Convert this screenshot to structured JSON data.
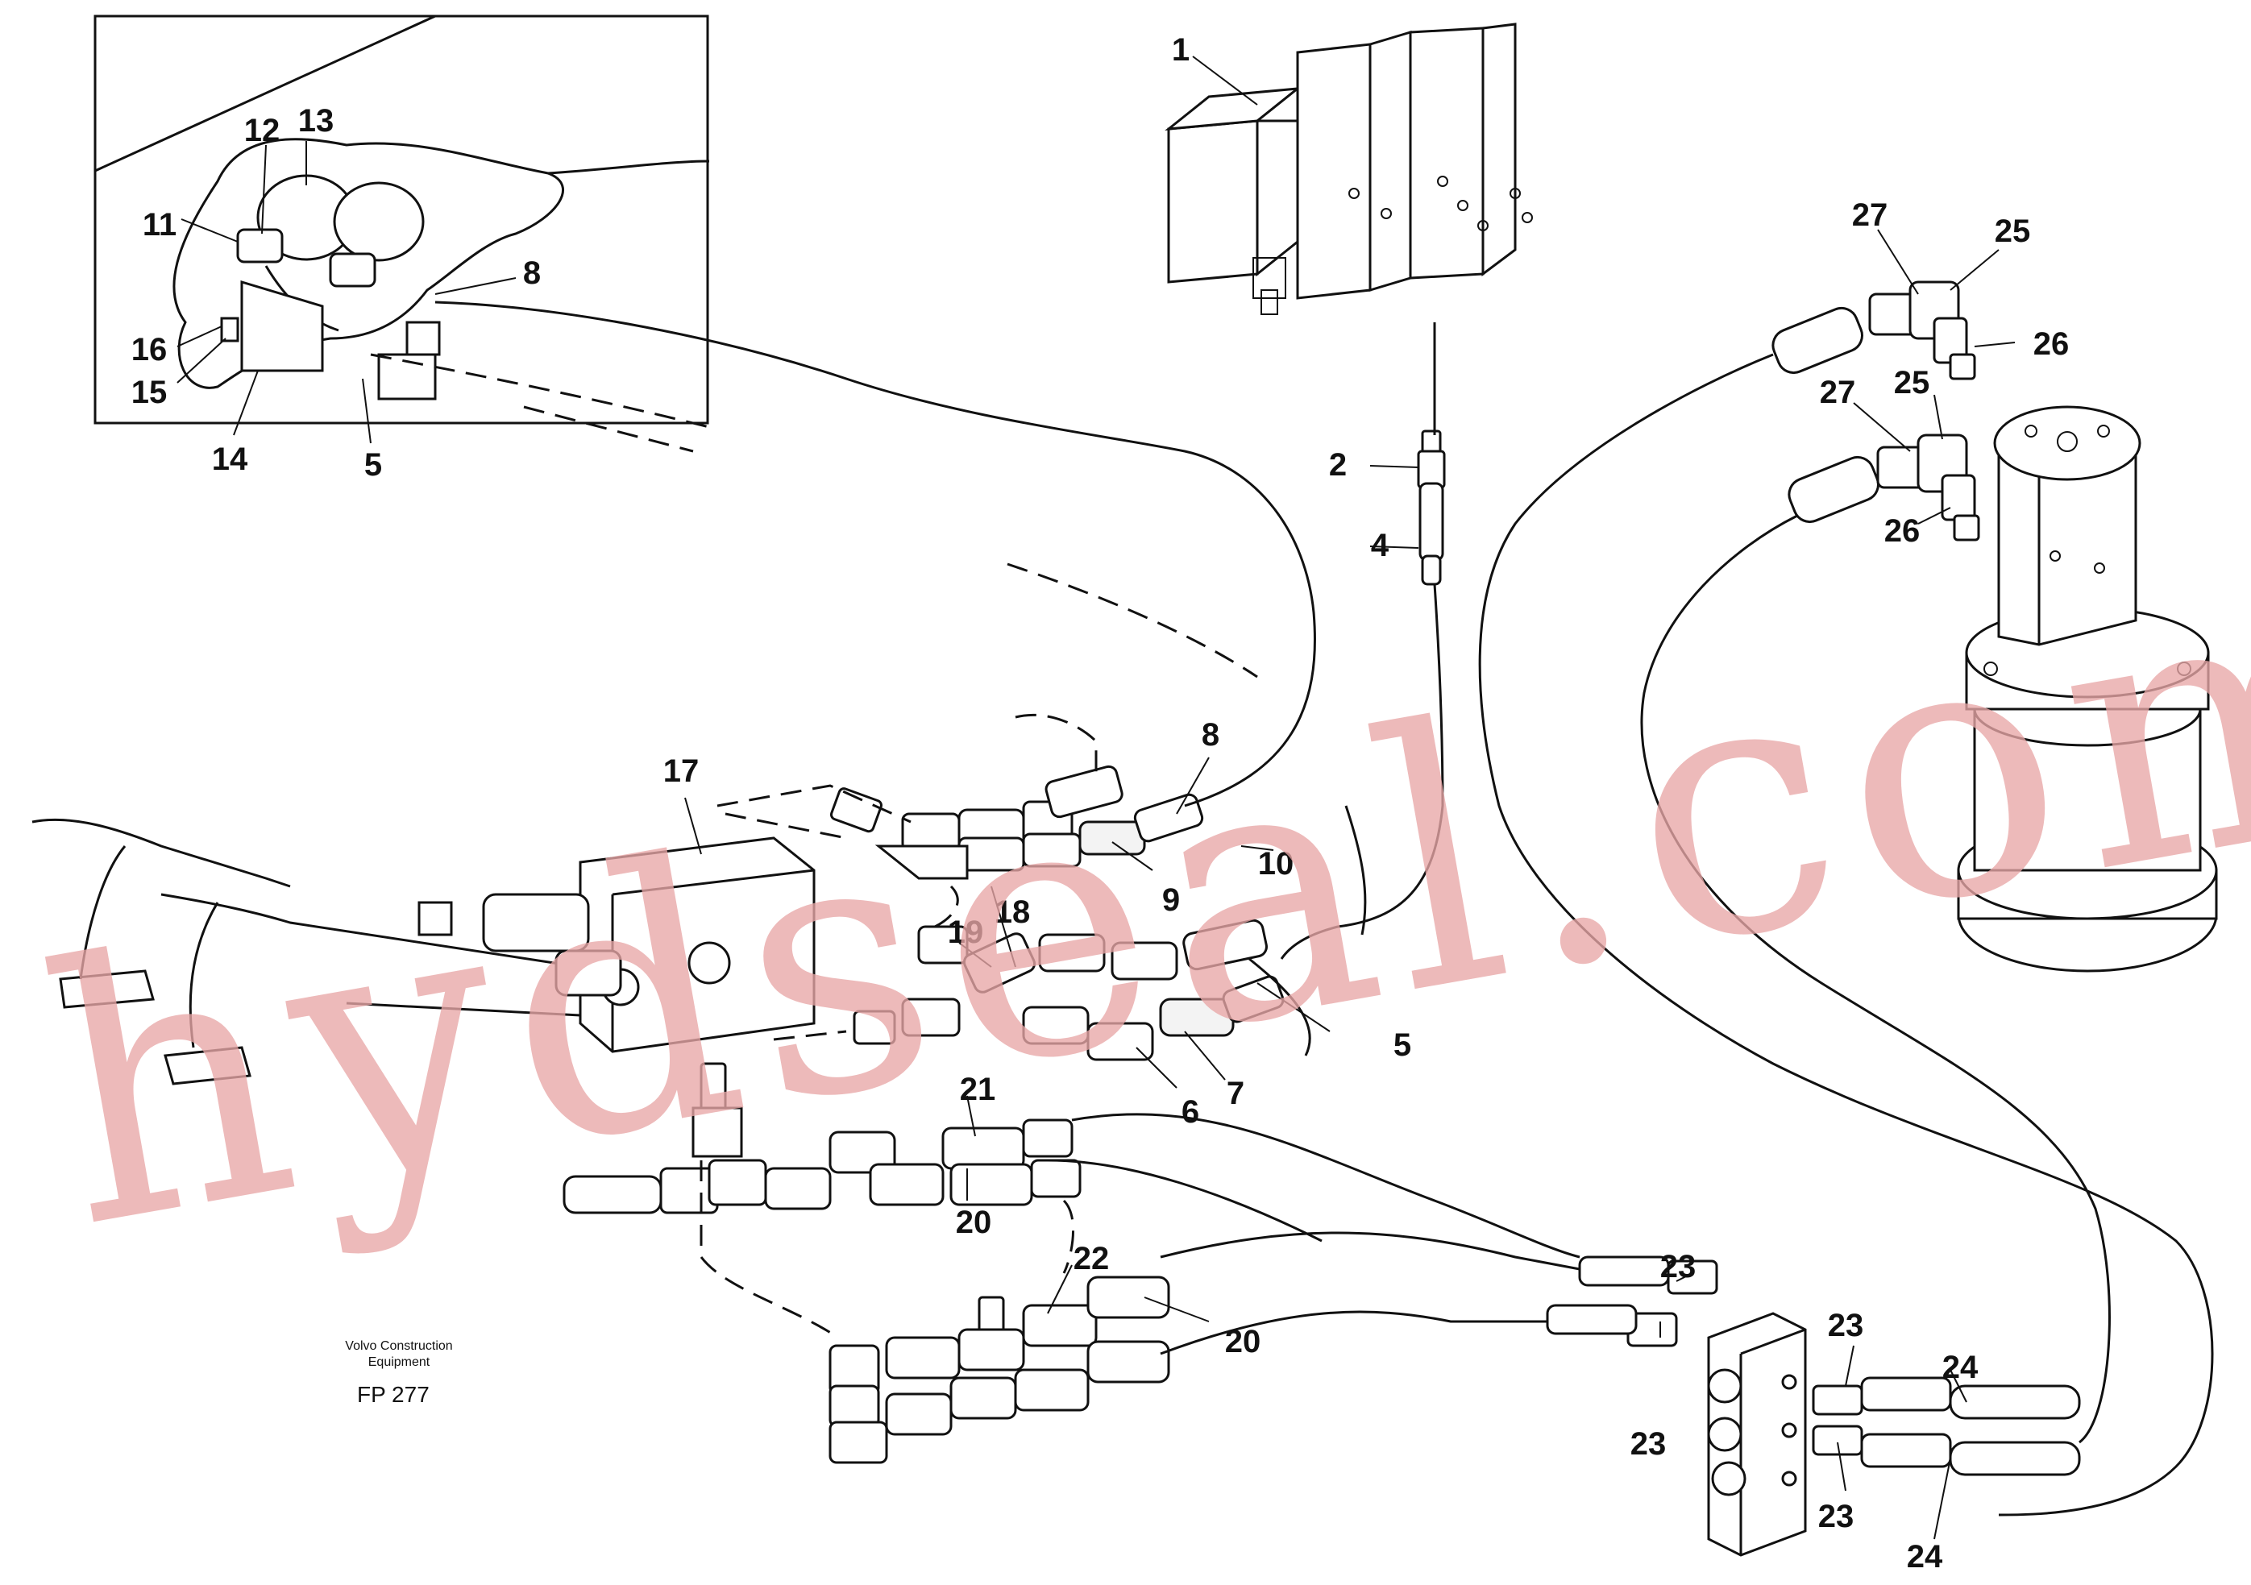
{
  "labels": {
    "l1": "1",
    "l2": "2",
    "l4": "4",
    "l5a": "5",
    "l5b": "5",
    "l6": "6",
    "l7": "7",
    "l8a": "8",
    "l8b": "8",
    "l9": "9",
    "l10": "10",
    "l11": "11",
    "l12": "12",
    "l13": "13",
    "l14": "14",
    "l15": "15",
    "l16": "16",
    "l17": "17",
    "l18": "18",
    "l19": "19",
    "l20a": "20",
    "l20b": "20",
    "l21": "21",
    "l22": "22",
    "l23a": "23",
    "l23b": "23",
    "l23c": "23",
    "l23d": "23",
    "l24a": "24",
    "l24b": "24",
    "l25a": "25",
    "l25b": "25",
    "l26a": "26",
    "l26b": "26",
    "l27a": "27",
    "l27b": "27"
  },
  "caption": {
    "company_line1": "Volvo Construction",
    "company_line2": "Equipment",
    "code": "FP 277"
  },
  "watermark": "hydseal.com"
}
